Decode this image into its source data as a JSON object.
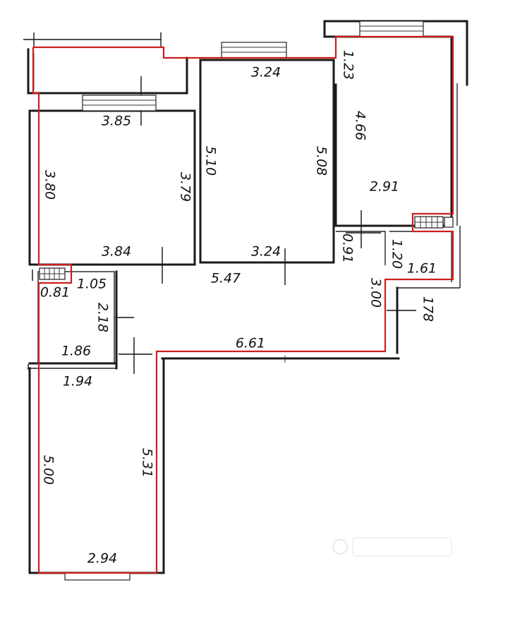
{
  "colors": {
    "wall": "#1a1a1a",
    "outline": "#cc1f1f",
    "background": "#ffffff",
    "watermark": "#d9d9d9"
  },
  "dimensions": {
    "loggia_top_width": "3.24",
    "right_room_top_depth": "1.23",
    "right_room_length": "4.66",
    "right_room_width": "2.91",
    "left_room_top_width": "3.85",
    "left_room_left_height": "3.80",
    "left_room_right_height": "3.79",
    "left_room_bottom_width": "3.84",
    "middle_room_left_height": "5.10",
    "middle_room_right_height": "5.08",
    "middle_room_bottom_width": "3.24",
    "hall_width": "5.47",
    "niche_width": "0.91",
    "bath_height": "1.20",
    "bath_width": "1.61",
    "corridor_height": "3.00",
    "outer_dimension": "178",
    "wc_side": "0.81",
    "wc_width": "1.05",
    "wc_height": "2.18",
    "wc_bottom_width": "1.86",
    "kitchen_top_width": "1.94",
    "hall_long_width": "6.61",
    "kitchen_left_height": "5.00",
    "kitchen_right_height": "5.31",
    "kitchen_bottom_width": "2.94"
  },
  "icons": [
    "radiator-icon",
    "watermark-logo"
  ]
}
